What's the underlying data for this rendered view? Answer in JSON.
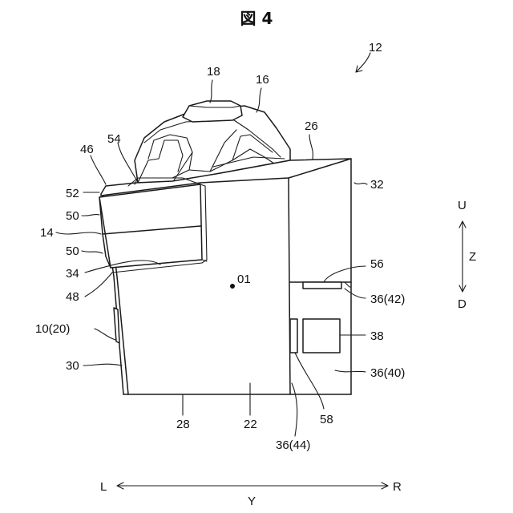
{
  "figure": {
    "title": "図 4"
  },
  "labels": {
    "l12": "12",
    "l18": "18",
    "l16": "16",
    "l26": "26",
    "l54": "54",
    "l46": "46",
    "l52": "52",
    "l32": "32",
    "l50a": "50",
    "l14": "14",
    "l50b": "50",
    "l34": "34",
    "l01": "01",
    "l56": "56",
    "l48": "48",
    "l3642": "36(42)",
    "l1020": "10(20)",
    "l38": "38",
    "l30": "30",
    "l3640": "36(40)",
    "l28": "28",
    "l22": "22",
    "l58": "58",
    "l3644": "36(44)"
  },
  "axes": {
    "up": "U",
    "down": "D",
    "z": "Z",
    "left": "L",
    "right": "R",
    "y": "Y"
  }
}
